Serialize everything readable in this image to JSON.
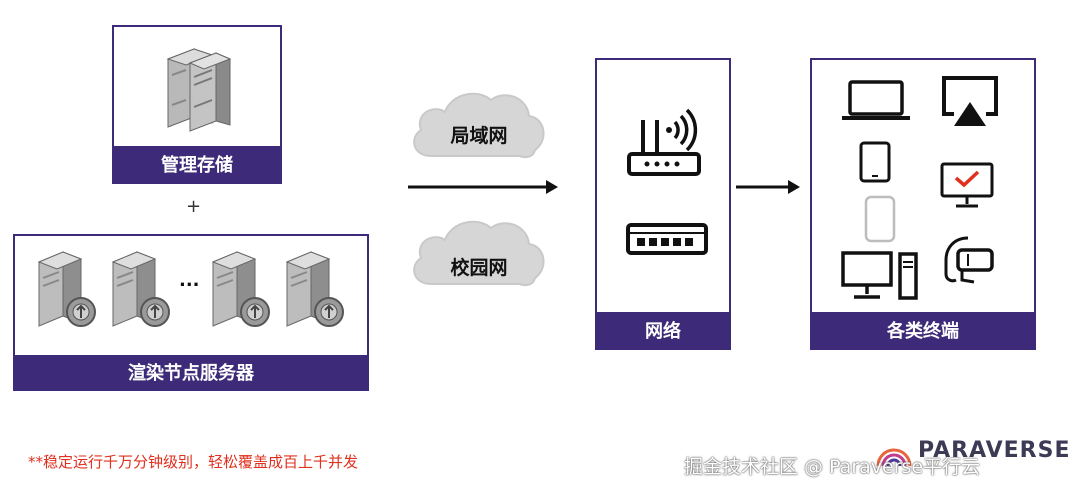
{
  "storage": {
    "label": "管理存储"
  },
  "plus": "+",
  "render": {
    "label": "渲染节点服务器",
    "ellipsis": "..."
  },
  "clouds": {
    "lan": "局域网",
    "campus": "校园网"
  },
  "network": {
    "label": "网络"
  },
  "terminals": {
    "label": "各类终端"
  },
  "footnote": "**稳定运行千万分钟级别，轻松覆盖成百上千并发",
  "watermark": "掘金技术社区 @ Paraverse平行云",
  "brand": {
    "name": "PARAVERSE"
  },
  "colors": {
    "accent": "#3d2a78",
    "footnote": "#e0301e"
  },
  "icons": {
    "storage": "server-tower-icon",
    "render": "server-gear-icon",
    "router": "wifi-router-icon",
    "switch": "network-switch-icon",
    "terminals": [
      "laptop-icon",
      "airplay-icon",
      "tablet-icon",
      "monitor-check-icon",
      "phone-icon",
      "vr-headset-icon",
      "desktop-pc-icon"
    ]
  }
}
